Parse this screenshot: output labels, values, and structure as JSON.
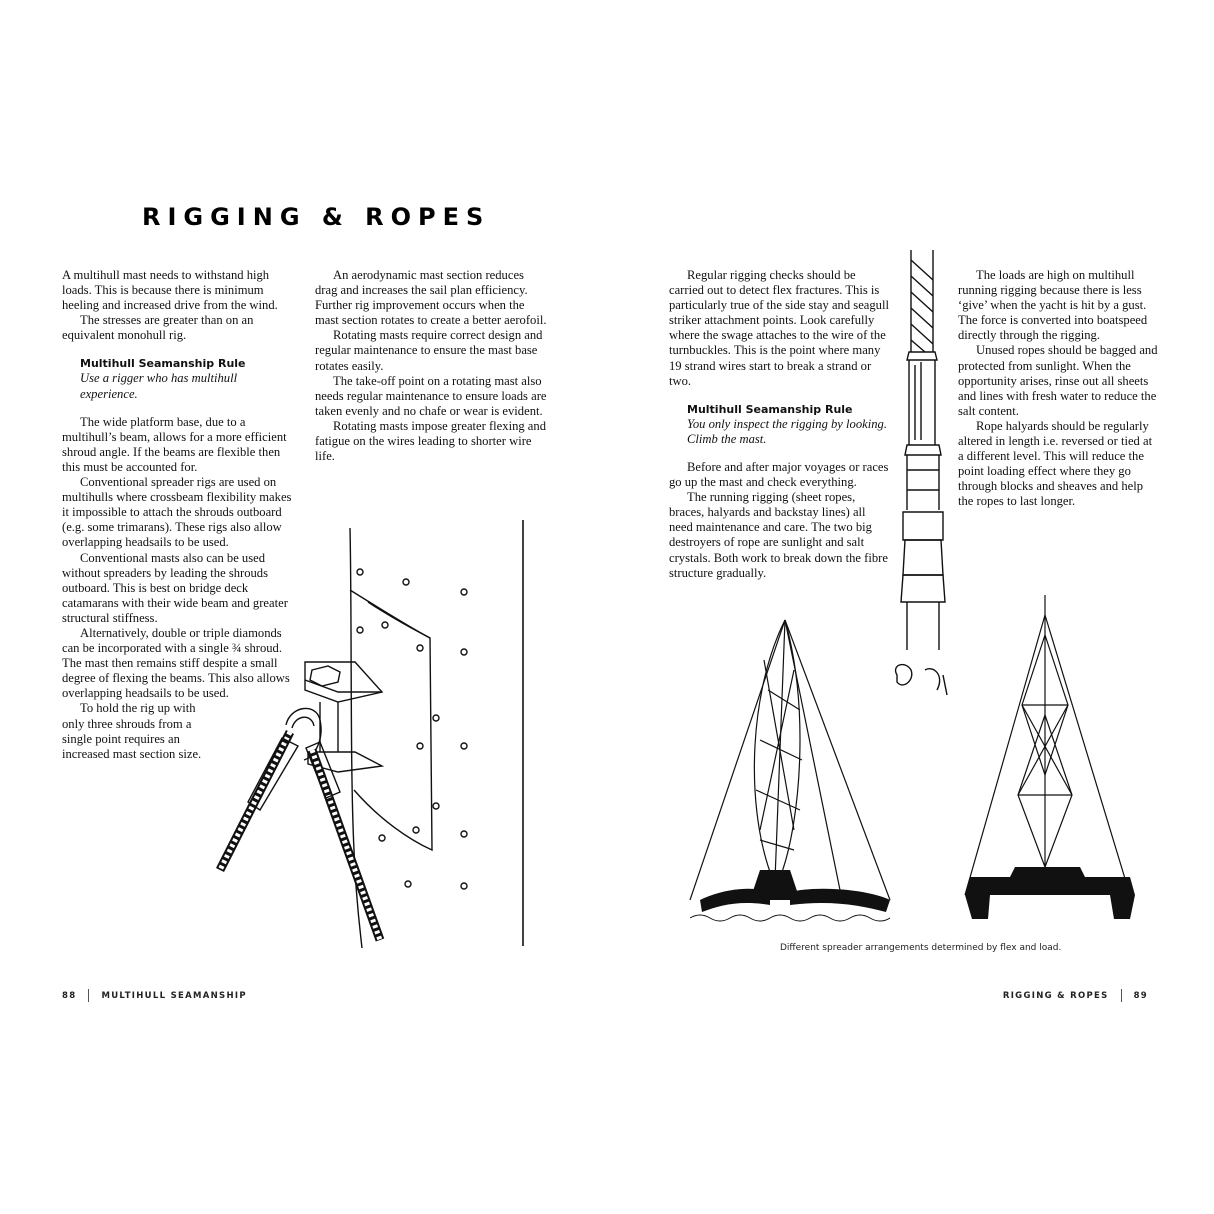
{
  "page": {
    "title": "RIGGING & ROPES",
    "caption": "Different spreader arrangements determined by flex and load."
  },
  "footer": {
    "left_page_number": "88",
    "left_book_title": "MULTIHULL SEAMANSHIP",
    "right_section_title": "RIGGING & ROPES",
    "right_page_number": "89"
  },
  "columns": {
    "col1": {
      "p1": "A multihull mast needs to withstand high loads. This is because there is minimum heeling and increased drive from the wind.",
      "p2": "The stresses are greater than on an equivalent monohull rig.",
      "rule_title": "Multihull Seamanship Rule",
      "rule_text": "Use a rigger who has multihull experience.",
      "p3": "The wide platform base, due to a multihull’s beam, allows for a more efficient shroud angle. If the beams are flexible then this must be accounted for.",
      "p4": "Conventional spreader rigs are used on multihulls where crossbeam flexibility makes it impossible to attach the shrouds outboard (e.g. some trimarans). These rigs also allow overlapping headsails to be used.",
      "p5": "Conventional masts also can be used without spreaders by leading the shrouds outboard. This is best on bridge deck catamarans with their wide beam and greater structural stiffness.",
      "p6": "Alternatively, double or triple diamonds can be incorporated with a single ¾ shroud. The mast then remains stiff despite a small degree of flexing the beams. This also allows overlapping headsails to be used.",
      "p7": "To hold the rig up with only three shrouds from a single point requires an increased mast section size."
    },
    "col2": {
      "p1": "An aerodynamic mast section reduces drag and increases the sail plan efficiency. Further rig improvement occurs when the mast section rotates to create a better aerofoil.",
      "p2": "Rotating masts require correct design and regular maintenance to ensure the mast base rotates easily.",
      "p3": "The take-off point on a rotating mast also needs regular maintenance to ensure loads are taken evenly and no chafe or wear is evident.",
      "p4": "Rotating masts impose greater flexing and fatigue on the wires leading to shorter wire life."
    },
    "col3": {
      "p1": "Regular rigging checks should be carried out to detect flex fractures. This is particularly true of the side stay and seagull striker attachment points. Look carefully where the swage attaches to the wire of the turnbuckles. This is the point where many 19 strand wires start to break a strand or two.",
      "rule_title": "Multihull Seamanship Rule",
      "rule_text": "You only inspect the rigging by looking. Climb the mast.",
      "p2": "Before and after major voyages or races go up the mast and check everything.",
      "p3": "The running rigging (sheet ropes, braces, halyards and backstay lines) all need maintenance and care. The two big destroyers of rope are sunlight and salt crystals. Both work to break down the fibre structure gradually."
    },
    "col4": {
      "p1": "The loads are high on multihull running rigging because there is less ‘give’ when the yacht is hit by a gust. The force is converted into boatspeed directly through the rigging.",
      "p2": "Unused ropes should be bagged and protected from sunlight. When the opportunity arises, rinse out all sheets and lines with fresh water to reduce the salt content.",
      "p3": "Rope halyards should be regularly altered in length i.e. reversed or tied at a different level. This will reduce the point loading effect where they go through blocks and sheaves and help the ropes to last longer."
    }
  },
  "illustrations": {
    "mast_base": "mast-base-hardware-drawing",
    "wire_swage": "wire-swage-drawing",
    "trimaran": "trimaran-spreader-rig-drawing",
    "catamaran": "catamaran-diamond-rig-drawing"
  }
}
